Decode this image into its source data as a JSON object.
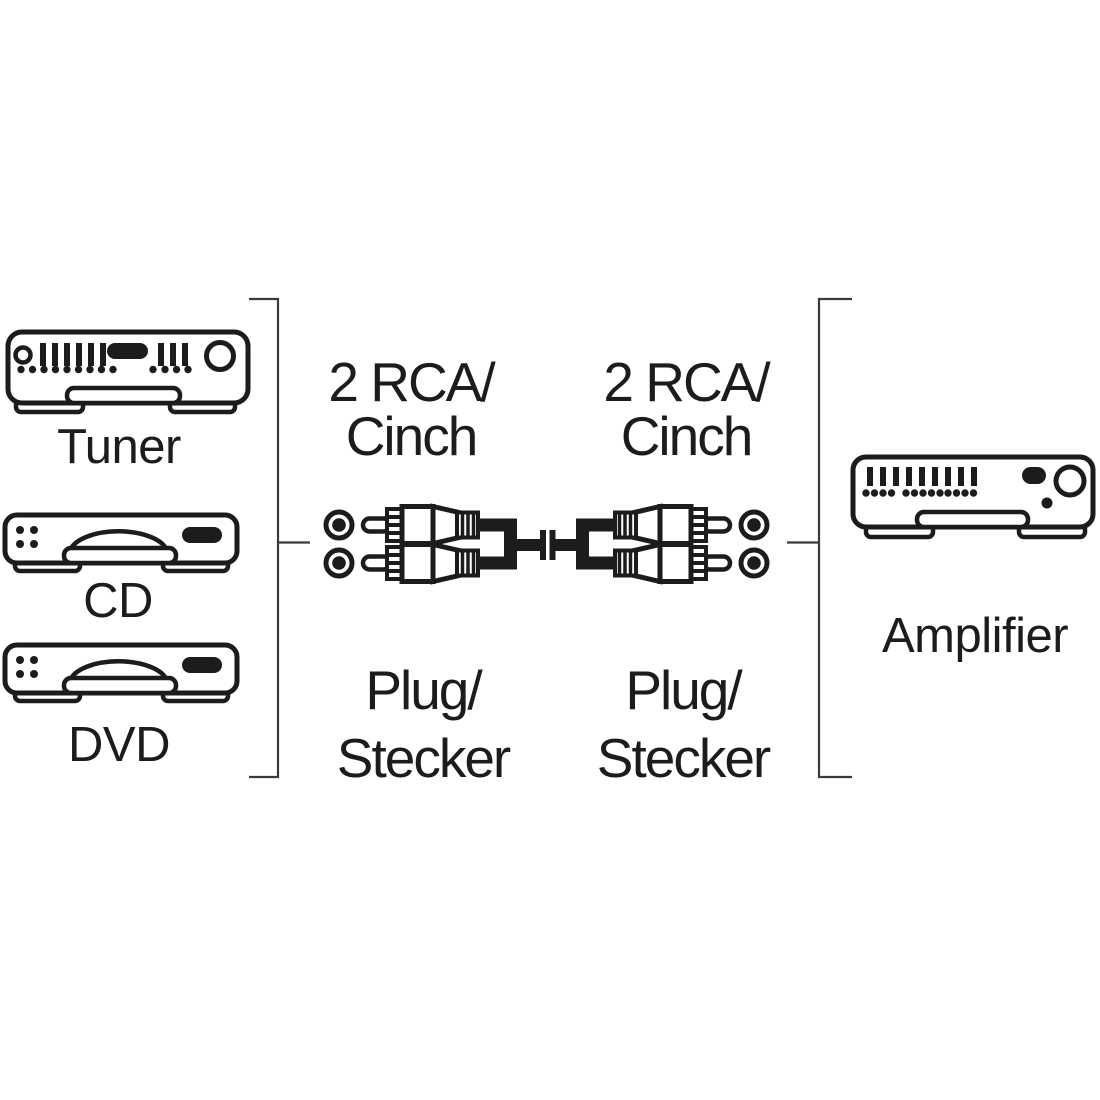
{
  "colors": {
    "background": "#ffffff",
    "ink": "#1d1b1c",
    "bracket": "#3a3a3a"
  },
  "devices": {
    "sources": [
      {
        "label": "Tuner",
        "icon": "tuner-front-panel"
      },
      {
        "label": "CD",
        "icon": "disc-player-front-panel"
      },
      {
        "label": "DVD",
        "icon": "disc-player-front-panel"
      }
    ],
    "destination": {
      "label": "Amplifier",
      "icon": "amplifier-front-panel"
    }
  },
  "cable": {
    "plugs_per_end": "2",
    "left_end": {
      "type_line1": "2 RCA/",
      "type_line2": "Cinch",
      "kind_line1": "Plug/",
      "kind_line2": "Stecker"
    },
    "right_end": {
      "type_line1": "2 RCA/",
      "type_line2": "Cinch",
      "kind_line1": "Plug/",
      "kind_line2": "Stecker"
    }
  },
  "icons": {
    "tuner": "receiver front panel with knob and display",
    "cd_dvd": "slim disc player with tray arch",
    "amplifier": "amp front panel with knob and display",
    "cable": "2 RCA cinch plugs to 2 RCA cinch plugs with length break",
    "socket": "rca-socket-bullseye"
  }
}
